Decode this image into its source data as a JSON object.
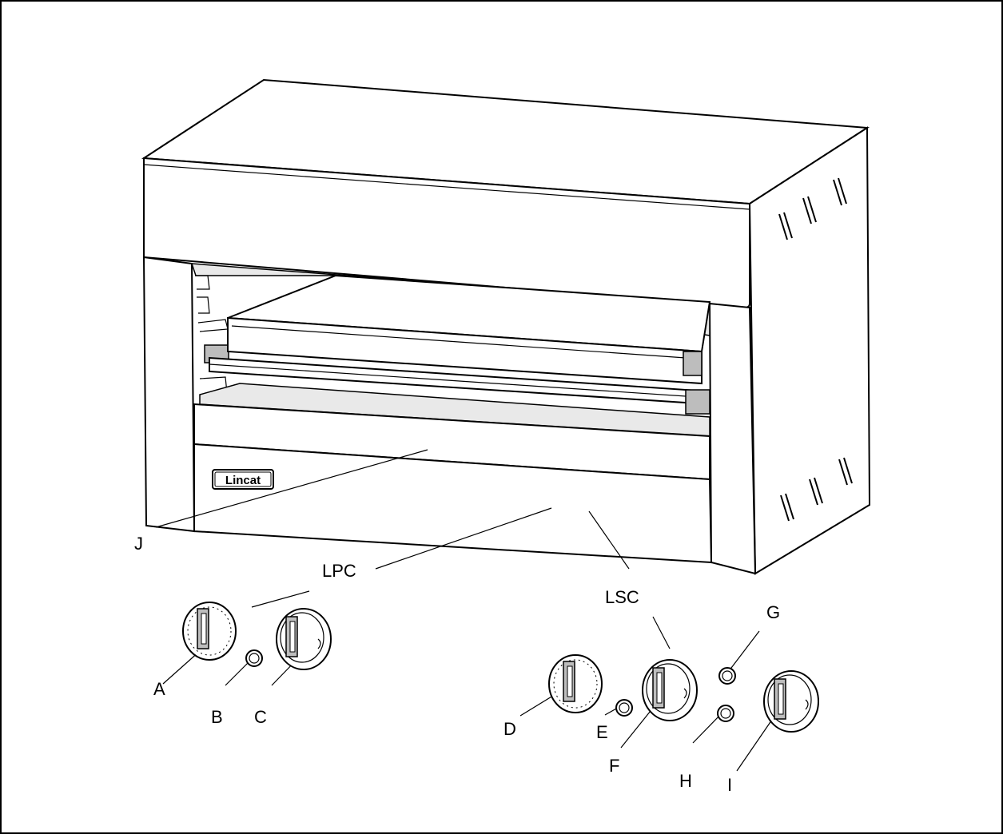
{
  "diagram": {
    "brand": "Lincat",
    "labels": {
      "A": "A",
      "B": "B",
      "C": "C",
      "D": "D",
      "E": "E",
      "F": "F",
      "G": "G",
      "H": "H",
      "I": "I",
      "J": "J",
      "LPC": "LPC",
      "LSC": "LSC"
    }
  }
}
